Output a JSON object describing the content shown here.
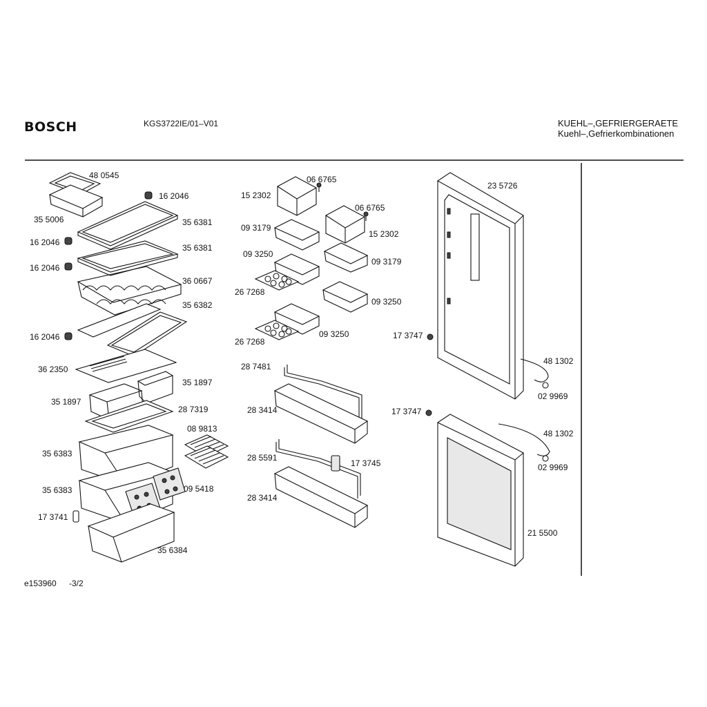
{
  "header": {
    "brand": "BOSCH",
    "model": "KGS3722IE/01–V01",
    "category_line1": "KUEHL–,GEFRIERGERAETE",
    "category_line2": "Kuehl–,Gefrierkombinationen"
  },
  "footer": {
    "drawing_id": "e153960",
    "page": "-3/2"
  },
  "parts": {
    "p480545": "48 0545",
    "p162046_a": "16 2046",
    "p355006": "35 5006",
    "p356381_a": "35 6381",
    "p162046_b": "16 2046",
    "p356381_b": "35 6381",
    "p162046_c": "16 2046",
    "p360667": "36 0667",
    "p356382": "35 6382",
    "p162046_d": "16 2046",
    "p362350": "36 2350",
    "p351897_a": "35 1897",
    "p351897_b": "35 1897",
    "p287319": "28 7319",
    "p089813": "08 9813",
    "p356383_a": "35 6383",
    "p356383_b": "35 6383",
    "p095418": "09 5418",
    "p173741": "17 3741",
    "p356384": "35 6384",
    "p066765_a": "06 6765",
    "p152302_a": "15 2302",
    "p093179_a": "09 3179",
    "p066765_b": "06 6765",
    "p152302_b": "15 2302",
    "p093250_a": "09 3250",
    "p093179_b": "09 3179",
    "p267268_a": "26 7268",
    "p093250_b": "09 3250",
    "p093250_c": "09 3250",
    "p267268_b": "26 7268",
    "p287481": "28 7481",
    "p283414_a": "28 3414",
    "p285591": "28 5591",
    "p173745": "17 3745",
    "p283414_b": "28 3414",
    "p235726": "23 5726",
    "p173747_a": "17 3747",
    "p481302_a": "48 1302",
    "p029969_a": "02 9969",
    "p173747_b": "17 3747",
    "p481302_b": "48 1302",
    "p029969_b": "02 9969",
    "p215500": "21 5500"
  }
}
